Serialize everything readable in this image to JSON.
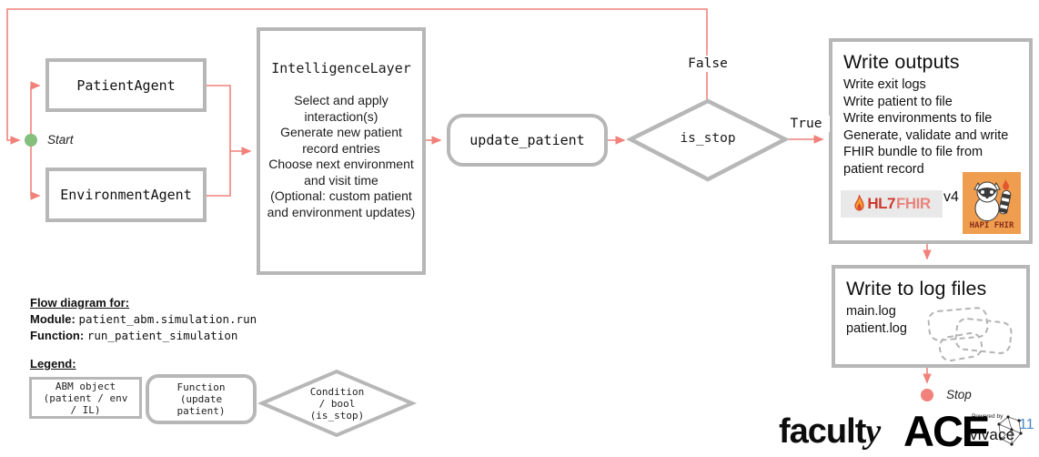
{
  "flow": {
    "start_label": "Start",
    "stop_label": "Stop",
    "branch_false": "False",
    "branch_true": "True",
    "patient_agent": "PatientAgent",
    "environment_agent": "EnvironmentAgent",
    "intelligence_layer": {
      "title": "IntelligenceLayer",
      "tasks": [
        "Select and apply interaction(s)",
        "Generate new patient record entries",
        "Choose next environment and visit time",
        "(Optional: custom patient and environment updates)"
      ]
    },
    "update_patient": "update_patient",
    "is_stop": "is_stop",
    "write_outputs": {
      "title": "Write outputs",
      "tasks": [
        "Write exit logs",
        "Write patient to file",
        "Write environments to file",
        "Generate, validate and write FHIR bundle to file from patient record"
      ],
      "hl7_label": "HL7",
      "fhir_label": "FHIR",
      "fhir_version": "v4",
      "hapi_label": "HAPI FHIR"
    },
    "write_logs": {
      "title": "Write to log files",
      "files": [
        "main.log",
        "patient.log"
      ]
    }
  },
  "info": {
    "heading": "Flow diagram for:",
    "module_label": "Module:",
    "module_value": "patient_abm.simulation.run",
    "function_label": "Function:",
    "function_value": "run_patient_simulation"
  },
  "legend": {
    "heading": "Legend:",
    "abm_object": "ABM object\n(patient / env\n/ IL)",
    "function_shape": "Function\n(update\npatient)",
    "condition_shape": "Condition\n/ bool\n(is_stop)"
  },
  "footer": {
    "faculty_prefix": "facult",
    "faculty_suffix": "y",
    "ace": "ACE",
    "powered_by": "Powered by",
    "vivace": "vivace",
    "page_number": "11"
  },
  "colors": {
    "connector": "#f0827b",
    "box_border": "#b7b7b7",
    "start_dot": "#84bf7c",
    "stop_dot": "#f0827b",
    "page_number": "#4a86c8",
    "hapi_orange": "#ef9d4e",
    "hl7_red": "#cf3a2e"
  }
}
